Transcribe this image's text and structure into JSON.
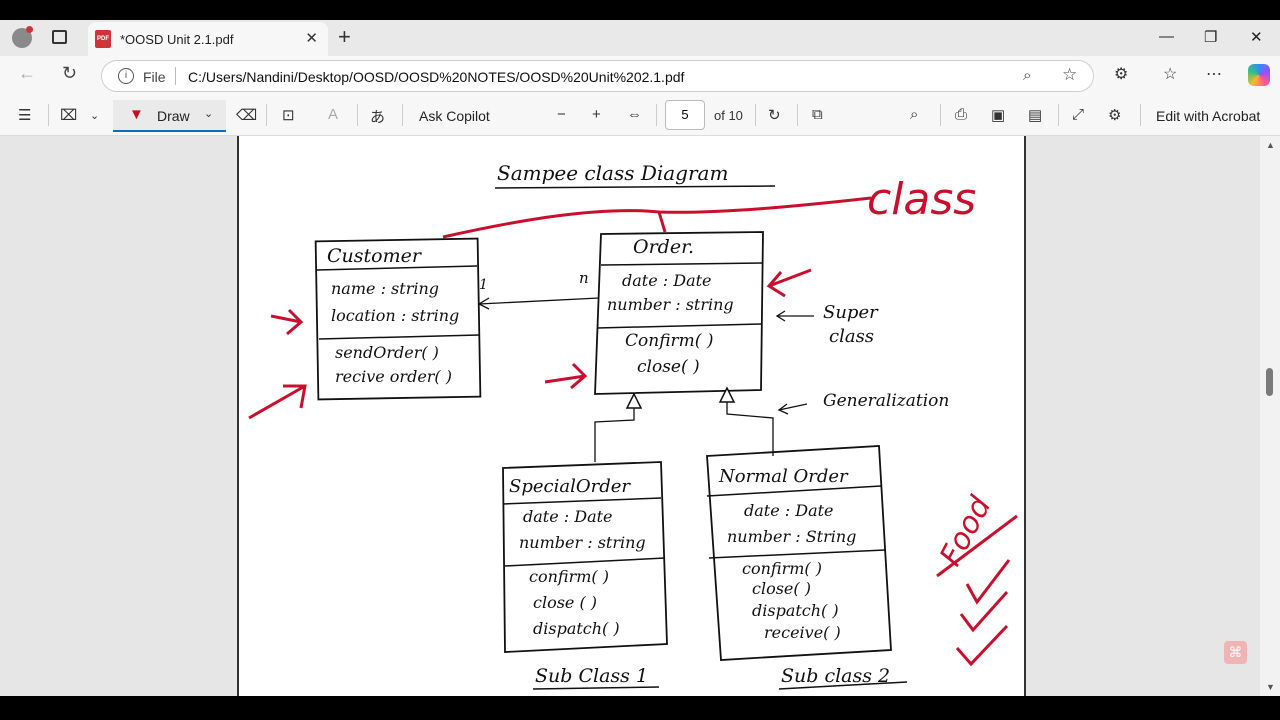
{
  "browser": {
    "tab_title": "*OOSD Unit 2.1.pdf",
    "pdf_icon_text": "PDF",
    "file_label": "File",
    "address": "C:/Users/Nandini/Desktop/OOSD/OOSD%20NOTES/OOSD%20Unit%202.1.pdf"
  },
  "toolbar": {
    "draw_label": "Draw",
    "ask_copilot": "Ask Copilot",
    "page_current": "5",
    "page_total": "of 10",
    "edit_acrobat": "Edit with Acrobat"
  },
  "diagram": {
    "title": "Sampee class Diagram",
    "customer": {
      "name": "Customer",
      "attr1": "name : string",
      "attr2": "location : string",
      "op1": "sendOrder( )",
      "op2": "recive order( )"
    },
    "order": {
      "name": "Order.",
      "attr1": "date : Date",
      "attr2": "number : string",
      "op1": "Confirm( )",
      "op2": "close( )"
    },
    "special": {
      "name": "SpecialOrder",
      "attr1": "date : Date",
      "attr2": "number : string",
      "op1": "confirm( )",
      "op2": "close ( )",
      "op3": "dispatch( )"
    },
    "normal": {
      "name": "Normal Order",
      "attr1": "date : Date",
      "attr2": "number : String",
      "op1": "confirm( )",
      "op2": "close( )",
      "op3": "dispatch( )",
      "op4": "receive( )"
    },
    "mult_one": "1",
    "mult_n": "n",
    "super_class": [
      "Super",
      "class"
    ],
    "generalization": "Generalization",
    "sub1": "Sub Class 1",
    "sub2": "Sub class 2",
    "annot_class": "class",
    "annot_food": "Food"
  },
  "colors": {
    "ink": "#111111",
    "annotation": "#c8102e",
    "accent": "#0f6cbd"
  }
}
